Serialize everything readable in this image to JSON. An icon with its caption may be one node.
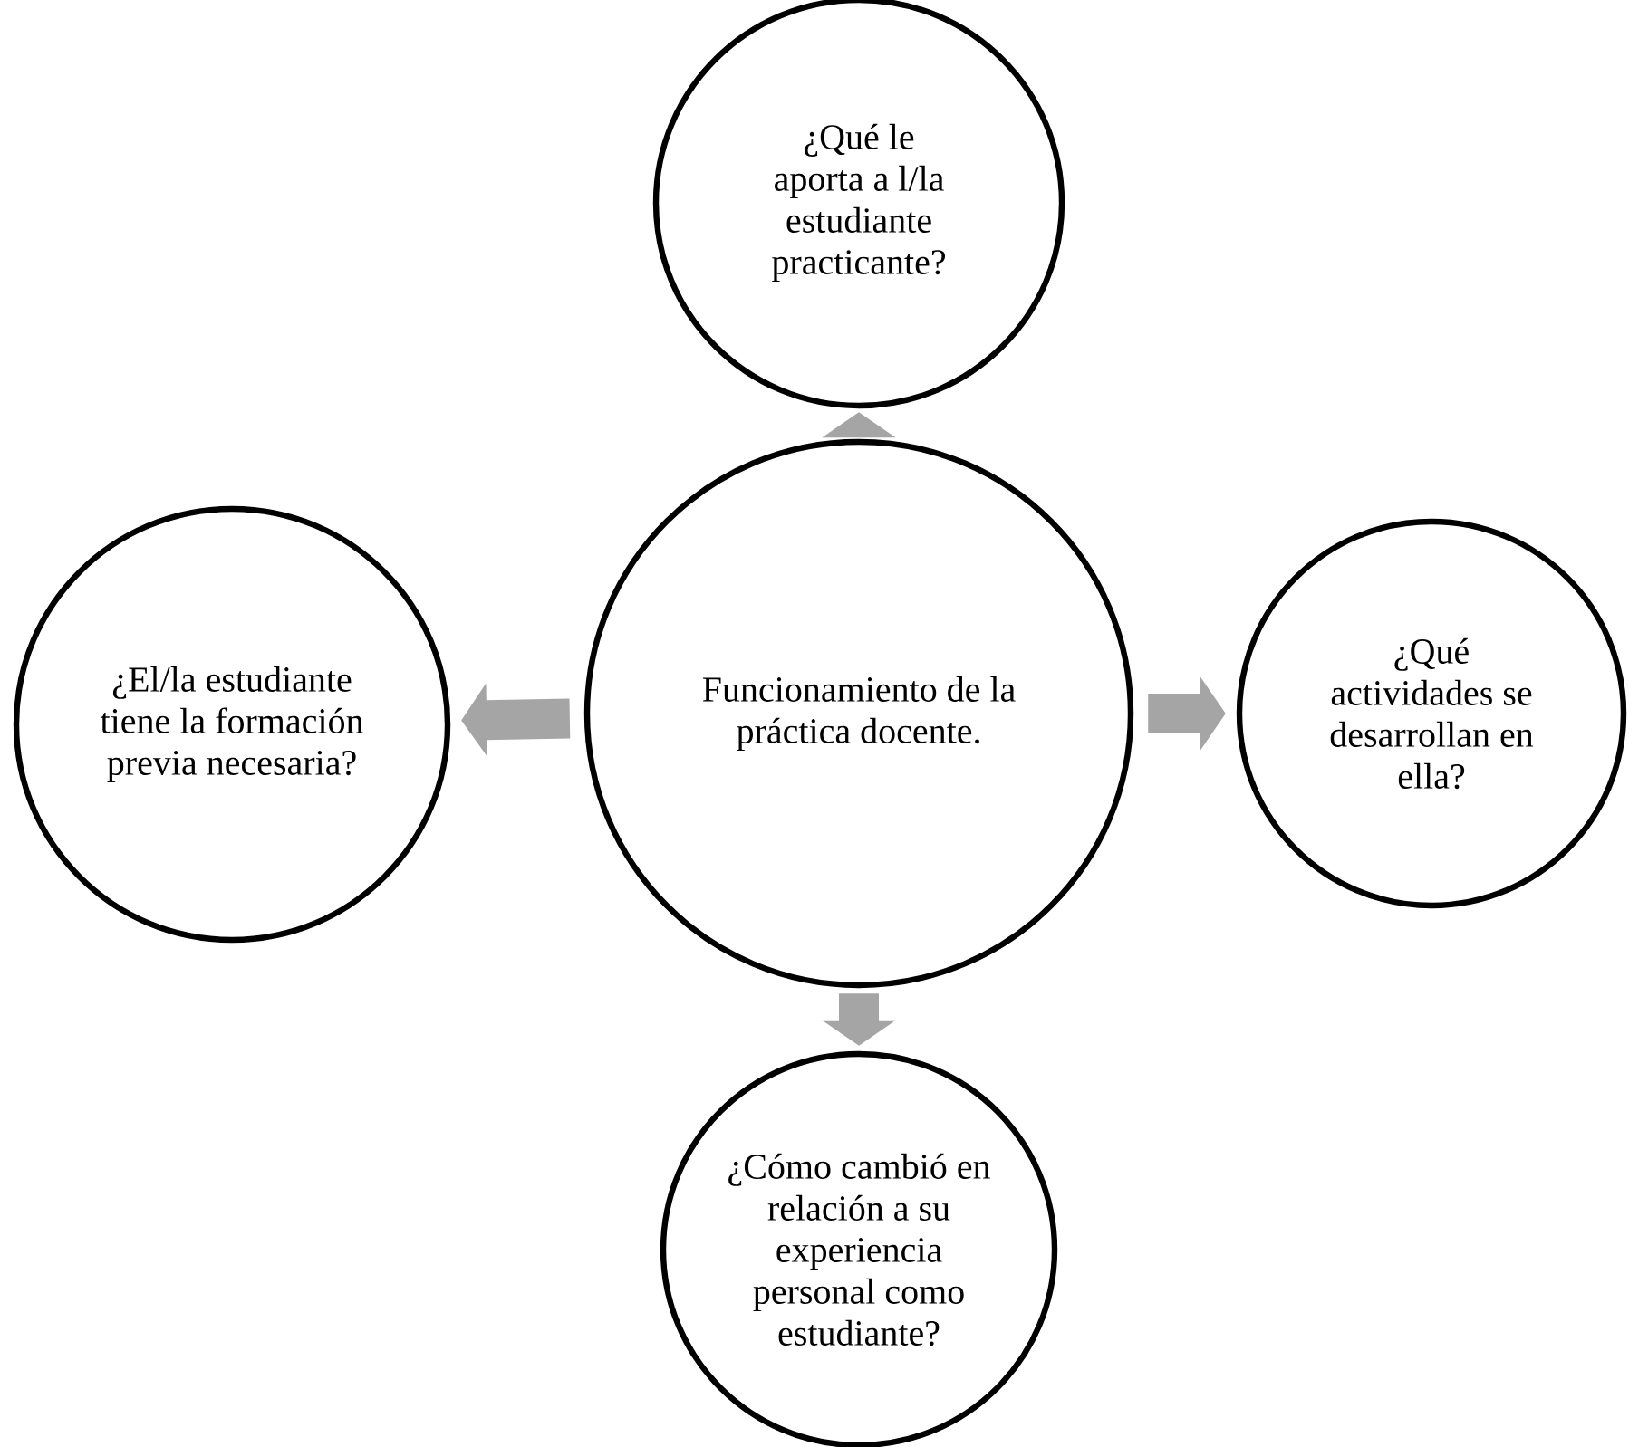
{
  "diagram": {
    "nodes": [
      {
        "text": [
          "¿Qué le aporta a l/la estudiante practicante?"
        ]
      },
      {
        "text": [
          "¿El/la estudiante tiene la formación previa necesaria?"
        ]
      },
      {
        "text": [
          "Funcionamiento de la práctica docente."
        ]
      },
      {
        "text": [
          "¿Qué actividades se desarrollan en ella?"
        ]
      },
      {
        "text": [
          "¿Cómo cambió en relación a su experiencia personal como estudiante?"
        ]
      }
    ],
    "edges": [
      {
        "from": 2,
        "to": 0,
        "arrow": "to"
      },
      {
        "from": 2,
        "to": 1,
        "arrow": "to"
      },
      {
        "from": 2,
        "to": 3,
        "arrow": "to"
      },
      {
        "from": 2,
        "to": 4,
        "arrow": "to"
      }
    ]
  }
}
